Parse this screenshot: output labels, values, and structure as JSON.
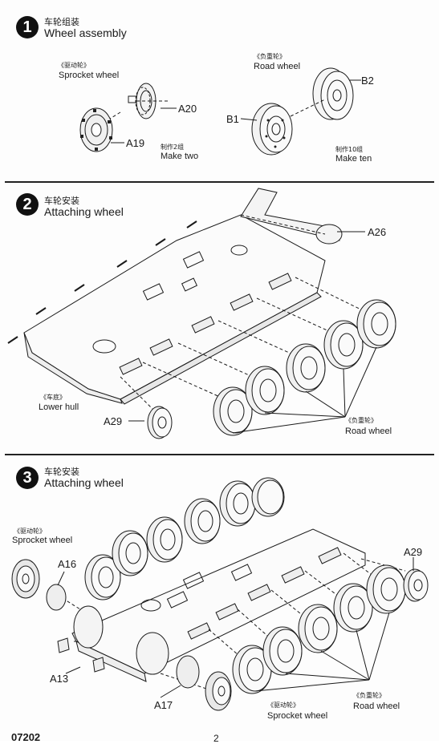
{
  "step1": {
    "number": "1",
    "title_cn": "车轮组装",
    "title_en": "Wheel assembly",
    "sprocket_cn": "《驱动轮》",
    "sprocket_en": "Sprocket wheel",
    "road_cn": "《负重轮》",
    "road_en": "Road   wheel",
    "parts": {
      "a20": "A20",
      "a19": "A19",
      "b1": "B1",
      "b2": "B2"
    },
    "make_two_cn": "制作2组",
    "make_two_en": "Make two",
    "make_ten_cn": "制作10组",
    "make_ten_en": "Make ten"
  },
  "step2": {
    "number": "2",
    "title_cn": "车轮安装",
    "title_en": "Attaching wheel",
    "hull_cn": "《车底》",
    "hull_en": "Lower hull",
    "road_cn": "《负重轮》",
    "road_en": "Road    wheel",
    "parts": {
      "a26": "A26",
      "a29": "A29"
    }
  },
  "step3": {
    "number": "3",
    "title_cn": "车轮安装",
    "title_en": "Attaching wheel",
    "sprocket_cn": "《驱动轮》",
    "sprocket_en": "Sprocket wheel",
    "sprocket2_cn": "《驱动轮》",
    "sprocket2_en": "Sprocket wheel",
    "road_cn": "《负重轮》",
    "road_en": "Road    wheel",
    "parts": {
      "a16": "A16",
      "a13": "A13",
      "a17": "A17",
      "a29": "A29"
    }
  },
  "footer": {
    "code": "07202",
    "page": "2"
  }
}
